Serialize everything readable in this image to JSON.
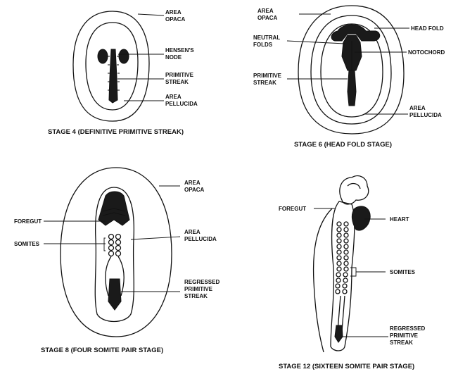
{
  "colors": {
    "ink": "#111111",
    "background": "#ffffff"
  },
  "stage4": {
    "area_opaca": [
      "AREA",
      "OPACA"
    ],
    "hensens_node": [
      "HENSEN'S",
      "NODE"
    ],
    "primitive_streak": [
      "PRIMITIVE",
      "STREAK"
    ],
    "area_pellucida": [
      "AREA",
      "PELLUCIDA"
    ],
    "caption": "STAGE 4 (DEFINITIVE PRIMITIVE STREAK)"
  },
  "stage6": {
    "area_opaca": [
      "AREA",
      "OPACA"
    ],
    "neutral_folds": [
      "NEUTRAL",
      "FOLDS"
    ],
    "primitive_streak": [
      "PRIMITIVE",
      "STREAK"
    ],
    "head_fold": "HEAD FOLD",
    "notochord": "NOTOCHORD",
    "area_pellucida": [
      "AREA",
      "PELLUCIDA"
    ],
    "caption": "STAGE 6 (HEAD FOLD STAGE)"
  },
  "stage8": {
    "area_opaca": [
      "AREA",
      "OPACA"
    ],
    "foregut": "FOREGUT",
    "somites": "SOMITES",
    "area_pellucida": [
      "AREA",
      "PELLUCIDA"
    ],
    "regressed_primitive_streak": [
      "REGRESSED",
      "PRIMITIVE",
      "STREAK"
    ],
    "caption": "STAGE 8 (FOUR SOMITE PAIR STAGE)"
  },
  "stage12": {
    "foregut": "FOREGUT",
    "heart": "HEART",
    "somites": "SOMITES",
    "regressed_primitive_streak": [
      "REGRESSED",
      "PRIMITIVE",
      "STREAK"
    ],
    "caption": "STAGE 12 (SIXTEEN SOMITE PAIR STAGE)"
  }
}
